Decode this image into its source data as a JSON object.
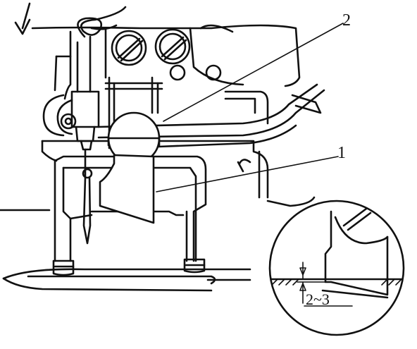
{
  "callouts": {
    "part_1": "1",
    "part_2": "2"
  },
  "detail": {
    "dimension_label": "2~3"
  }
}
